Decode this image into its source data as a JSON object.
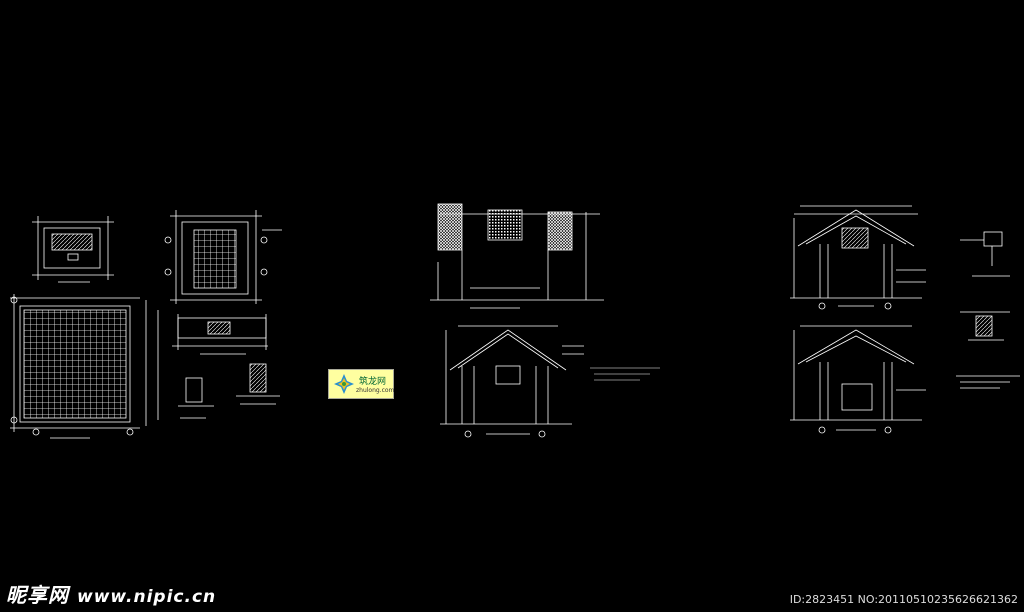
{
  "logo": {
    "name": "筑龙网",
    "url": "zhulong.com"
  },
  "watermark": {
    "site_name": "昵享网",
    "site_url": "www.nipic.cn"
  },
  "image_id": "ID:2823451 NO:20110510235626621362",
  "colors": {
    "background": "#000000",
    "lines": "#ffffff",
    "logo_bg": "#ffffa0"
  }
}
